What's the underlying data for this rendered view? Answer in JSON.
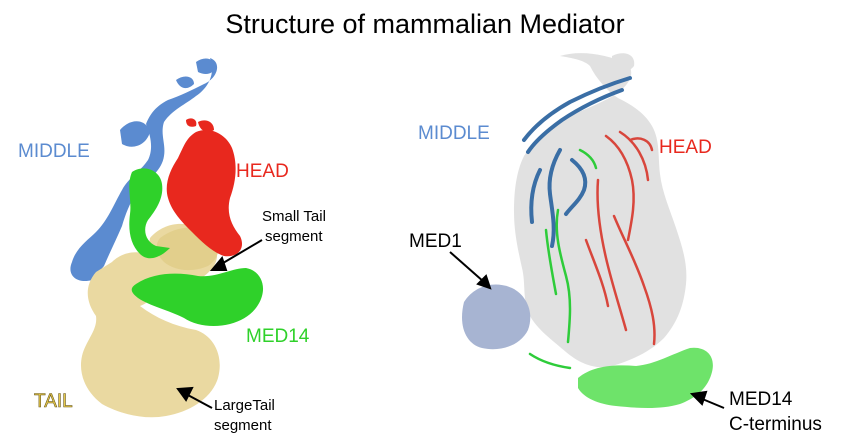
{
  "title": "Structure of mammalian Mediator",
  "left_panel": {
    "middle": "MIDDLE",
    "head": "HEAD",
    "small_tail_line1": "Small Tail",
    "small_tail_line2": "segment",
    "med14": "MED14",
    "tail": "TAIL",
    "large_tail_line1": "LargeTail",
    "large_tail_line2": "segment"
  },
  "right_panel": {
    "middle": "MIDDLE",
    "head": "HEAD",
    "med1": "MED1",
    "med14_line1": "MED14",
    "med14_line2": "C-terminus"
  },
  "colors": {
    "middle": "#5b8bd0",
    "head": "#e8281e",
    "med14": "#2fd12a",
    "tail": "#ead9a1",
    "tail_label": "#e6c94a",
    "density": "#dcdcdc",
    "med1": "#a7b4d2",
    "med14_cterm": "#6ee36a",
    "ribbon_blue": "#3a6ea5",
    "ribbon_red": "#d8463c",
    "ribbon_green": "#2ecc3a"
  }
}
